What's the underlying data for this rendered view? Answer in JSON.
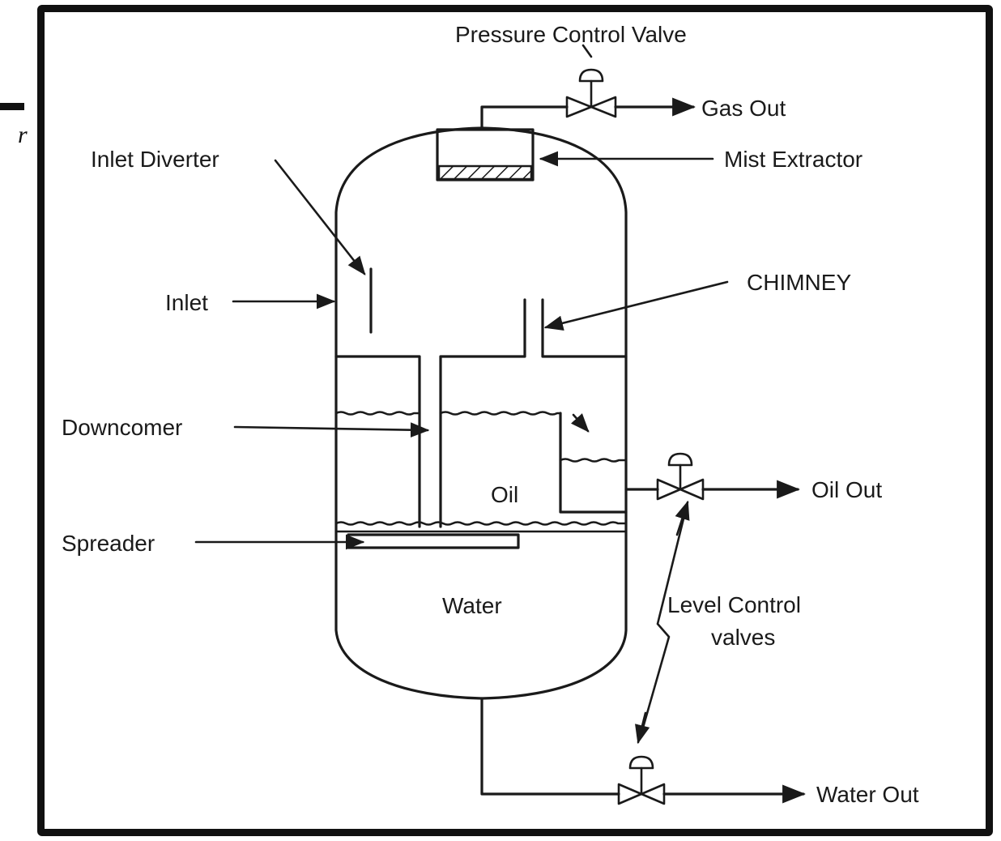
{
  "page_fragment": {
    "glyph": "r"
  },
  "diagram": {
    "labels": {
      "pressure_control_valve": "Pressure Control Valve",
      "gas_out": "Gas Out",
      "mist_extractor": "Mist Extractor",
      "inlet_diverter": "Inlet Diverter",
      "chimney": "CHIMNEY",
      "inlet": "Inlet",
      "downcomer": "Downcomer",
      "oil": "Oil",
      "oil_out": "Oil Out",
      "spreader": "Spreader",
      "water": "Water",
      "level_control_line1": "Level Control",
      "level_control_line2": "valves",
      "water_out": "Water Out"
    }
  }
}
